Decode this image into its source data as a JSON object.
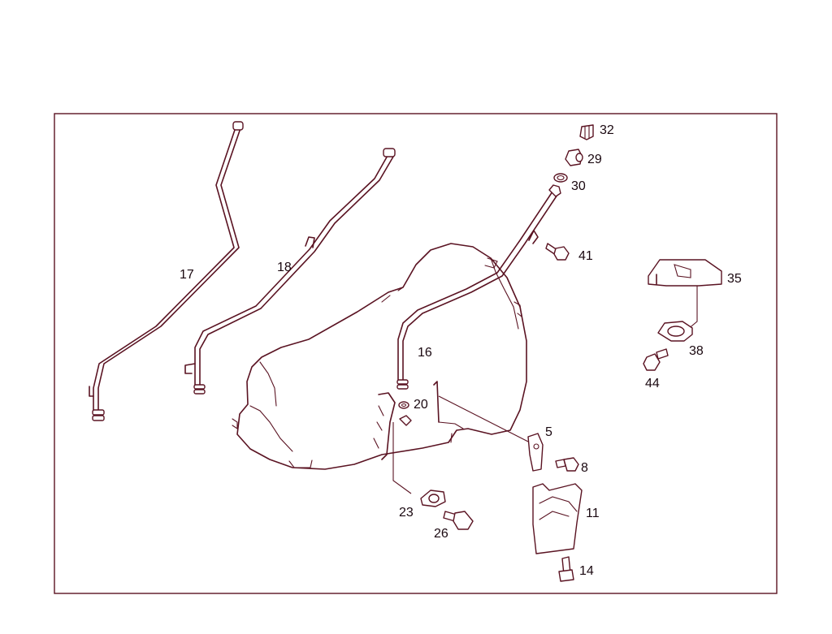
{
  "diagram": {
    "callouts": {
      "c17": "17",
      "c18": "18",
      "c16": "16",
      "c32": "32",
      "c29": "29",
      "c30": "30",
      "c41": "41",
      "c35": "35",
      "c38": "38",
      "c44": "44",
      "c20": "20",
      "c5": "5",
      "c8": "8",
      "c11": "11",
      "c23": "23",
      "c26": "26",
      "c14": "14"
    }
  }
}
